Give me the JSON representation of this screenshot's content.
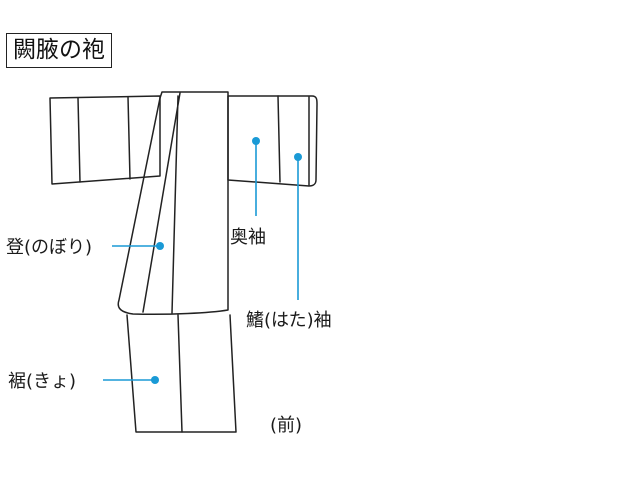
{
  "title": "闕腋の袍",
  "labels": {
    "nobori": "登(のぼり)",
    "okusode": "奥袖",
    "hatasode": "鰭(はた)袖",
    "kyo": "裾(きょ)",
    "front": "(前)"
  },
  "colors": {
    "outline": "#222222",
    "leader": "#1a9ad6",
    "text": "#1a1a1a"
  }
}
